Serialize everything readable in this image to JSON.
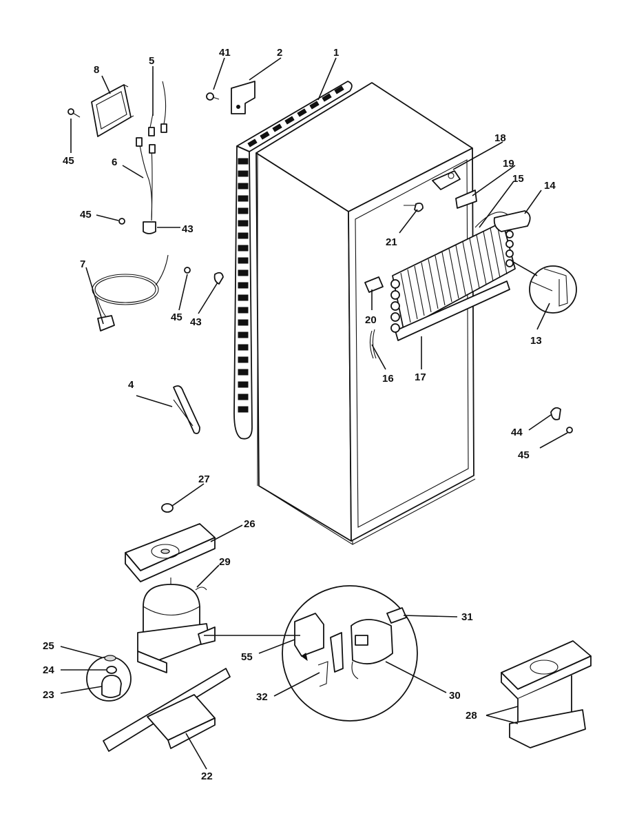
{
  "callouts": [
    {
      "id": "c1",
      "text": "1"
    },
    {
      "id": "c2",
      "text": "2"
    },
    {
      "id": "c41",
      "text": "41"
    },
    {
      "id": "c5",
      "text": "5"
    },
    {
      "id": "c8",
      "text": "8"
    },
    {
      "id": "c45a",
      "text": "45"
    },
    {
      "id": "c6",
      "text": "6"
    },
    {
      "id": "c45b",
      "text": "45"
    },
    {
      "id": "c43a",
      "text": "43"
    },
    {
      "id": "c7",
      "text": "7"
    },
    {
      "id": "c45c",
      "text": "45"
    },
    {
      "id": "c43b",
      "text": "43"
    },
    {
      "id": "c18",
      "text": "18"
    },
    {
      "id": "c19",
      "text": "19"
    },
    {
      "id": "c15",
      "text": "15"
    },
    {
      "id": "c14",
      "text": "14"
    },
    {
      "id": "c21",
      "text": "21"
    },
    {
      "id": "c13",
      "text": "13"
    },
    {
      "id": "c20",
      "text": "20"
    },
    {
      "id": "c16",
      "text": "16"
    },
    {
      "id": "c17",
      "text": "17"
    },
    {
      "id": "c4",
      "text": "4"
    },
    {
      "id": "c44",
      "text": "44"
    },
    {
      "id": "c45d",
      "text": "45"
    },
    {
      "id": "c27",
      "text": "27"
    },
    {
      "id": "c26",
      "text": "26"
    },
    {
      "id": "c29",
      "text": "29"
    },
    {
      "id": "c31",
      "text": "31"
    },
    {
      "id": "c25",
      "text": "25"
    },
    {
      "id": "c55",
      "text": "55"
    },
    {
      "id": "c24",
      "text": "24"
    },
    {
      "id": "c32",
      "text": "32"
    },
    {
      "id": "c30",
      "text": "30"
    },
    {
      "id": "c23",
      "text": "23"
    },
    {
      "id": "c28",
      "text": "28"
    },
    {
      "id": "c22",
      "text": "22"
    }
  ]
}
